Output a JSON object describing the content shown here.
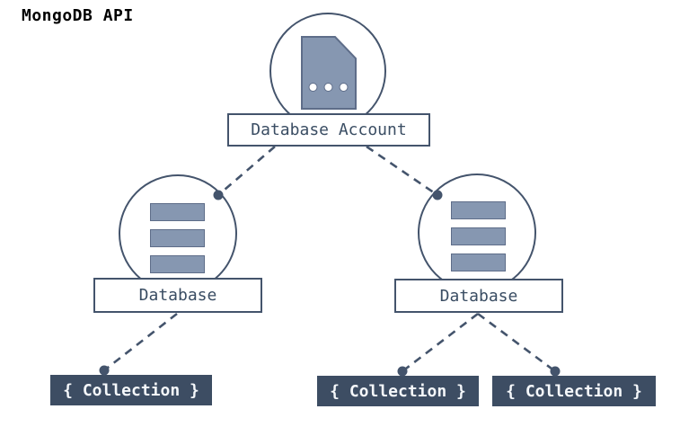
{
  "title": "MongoDB API",
  "diagram": {
    "account": {
      "label": "Database Account",
      "icon": "document-card-icon"
    },
    "databases": [
      {
        "label": "Database",
        "icon": "database-stack-icon"
      },
      {
        "label": "Database",
        "icon": "database-stack-icon"
      }
    ],
    "collections": [
      {
        "label": "{ Collection }"
      },
      {
        "label": "{ Collection }"
      },
      {
        "label": "{ Collection }"
      }
    ]
  },
  "colors": {
    "stroke": "#44546C",
    "label_text": "#3A4D63",
    "node_fill": "#8697B1",
    "node_fill_border": "#5E6D89",
    "collection_bg": "#3D4D63",
    "collection_text": "#F5F8FB",
    "title_color": "#000000",
    "background": "#FFFFFF"
  }
}
